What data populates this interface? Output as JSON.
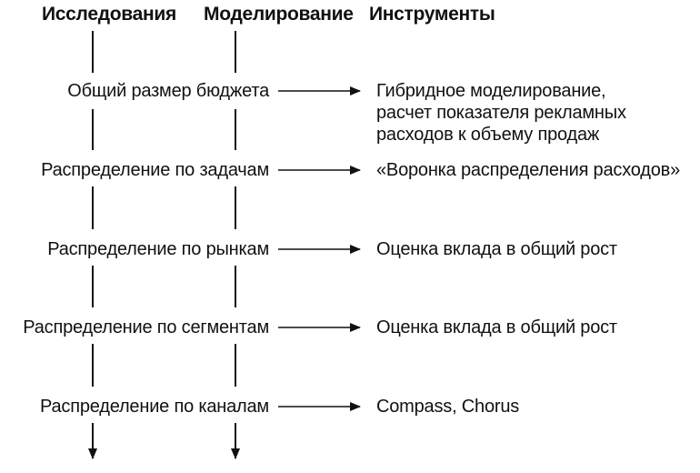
{
  "headers": {
    "research": "Исследования",
    "modeling": "Моделирование",
    "tools": "Инструменты"
  },
  "rows": [
    {
      "step": "Общий размер бюджета",
      "tool_lines": [
        "Гибридное моделирование,",
        "расчет показателя рекламных",
        "расходов к объему продаж"
      ]
    },
    {
      "step": "Распределение по задачам",
      "tool_lines": [
        "«Воронка распределения расходов»"
      ]
    },
    {
      "step": "Распределение по рынкам",
      "tool_lines": [
        "Оценка вклада в общий рост"
      ]
    },
    {
      "step": "Распределение по сегментам",
      "tool_lines": [
        "Оценка вклада в общий рост"
      ]
    },
    {
      "step": "Распределение по каналам",
      "tool_lines": [
        "Compass, Chorus"
      ]
    }
  ],
  "colors": {
    "ink": "#111111"
  }
}
